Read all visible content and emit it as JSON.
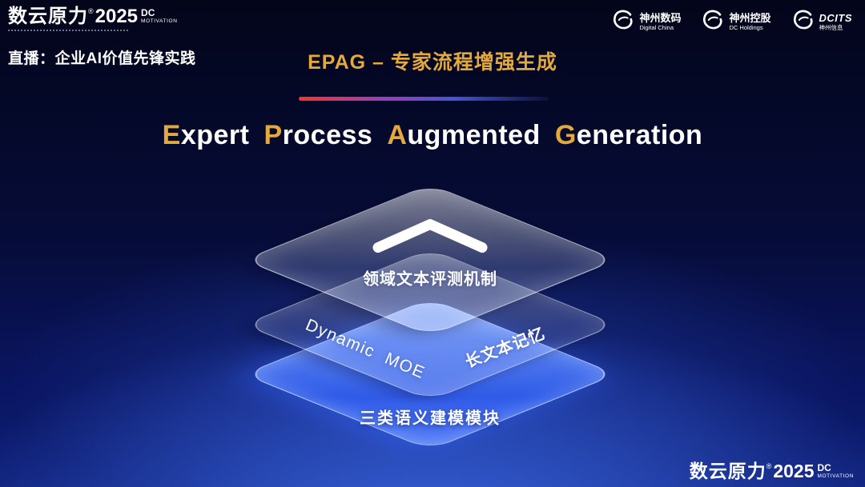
{
  "colors": {
    "gold": "#e3a93c",
    "layer_blue": "#3f6cf0",
    "divider_red": "#f5352b",
    "background_navy": "#060c38"
  },
  "brand": {
    "name": "数云原力",
    "reg": "®",
    "year": "2025",
    "dc": "DC",
    "motivation": "MOTIVATION"
  },
  "header": {
    "live_label": "直播：企业AI价值先锋实践",
    "page_title": "EPAG – 专家流程增强生成",
    "partners": [
      {
        "name": "神州数码",
        "sub": "Digital China"
      },
      {
        "name": "神州控股",
        "sub": "DC Holdings"
      },
      {
        "name": "DCITS",
        "sub": "神州信息"
      }
    ]
  },
  "main": {
    "title": {
      "g1": "E",
      "w1": "xpert",
      "g2": "P",
      "w2": "rocess",
      "g3": "A",
      "w3": "ugmented",
      "g4": "G",
      "w4": "eneration"
    },
    "diagram": {
      "top_layer_label": "领域文本评测机制",
      "middle_layer_left_label": "Dynamic MOE",
      "middle_layer_right_label": "长文本记忆",
      "bottom_layer_label": "三类语义建模模块"
    }
  }
}
